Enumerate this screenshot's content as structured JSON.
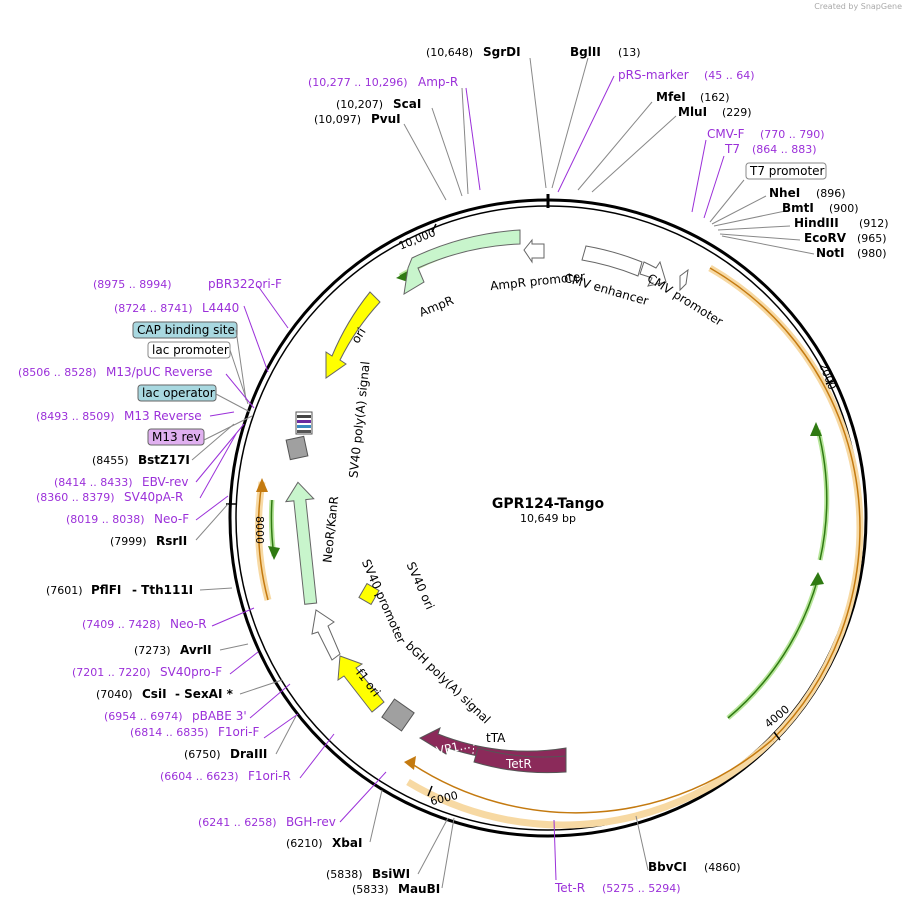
{
  "credit": "Created by SnapGene",
  "plasmid": {
    "name": "GPR124-Tango",
    "length_label": "10,649 bp"
  },
  "ticks": [
    "10,000",
    "2000",
    "4000",
    "6000",
    "8000"
  ],
  "features": {
    "ampr": "AmpR",
    "ampr_promoter": "AmpR promoter",
    "ori": "ori",
    "cmv_enhancer": "CMV enhancer",
    "cmv_promoter": "CMV promoter",
    "sv40_polya": "SV40 poly(A) signal",
    "neor": "NeoR/KanR",
    "sv40_promoter": "SV40 promoter",
    "sv40_ori": "SV40 ori",
    "f1_ori": "f1 ori",
    "bgh_polya": "bGH poly(A) signal",
    "tta": "tTA",
    "vp16": "VP1...",
    "tetr": "TetR"
  },
  "boxed_labels": {
    "t7_promoter": "T7 promoter",
    "cap_binding": "CAP binding site",
    "lac_promoter": "lac promoter",
    "lac_operator": "lac operator",
    "m13_rev": "M13 rev"
  },
  "enzymes": [
    {
      "pos": "(10,648)",
      "name": "SgrDI"
    },
    {
      "pos": "(13)",
      "name": "BglII"
    },
    {
      "pos": "(162)",
      "name": "MfeI"
    },
    {
      "pos": "(229)",
      "name": "MluI"
    },
    {
      "pos": "(896)",
      "name": "NheI"
    },
    {
      "pos": "(900)",
      "name": "BmtI"
    },
    {
      "pos": "(912)",
      "name": "HindIII"
    },
    {
      "pos": "(965)",
      "name": "EcoRV"
    },
    {
      "pos": "(980)",
      "name": "NotI"
    },
    {
      "pos": "(10,207)",
      "name": "ScaI"
    },
    {
      "pos": "(10,097)",
      "name": "PvuI"
    },
    {
      "pos": "(8455)",
      "name": "BstZ17I"
    },
    {
      "pos": "(7999)",
      "name": "RsrII"
    },
    {
      "pos": "(7601)",
      "name": "PflFI",
      "extra": "-  Tth111I"
    },
    {
      "pos": "(7273)",
      "name": "AvrII"
    },
    {
      "pos": "(7040)",
      "name": "CsiI",
      "extra": "-  SexAI *"
    },
    {
      "pos": "(6750)",
      "name": "DraIII"
    },
    {
      "pos": "(6210)",
      "name": "XbaI"
    },
    {
      "pos": "(5838)",
      "name": "BsiWI"
    },
    {
      "pos": "(5833)",
      "name": "MauBI"
    },
    {
      "pos": "(4860)",
      "name": "BbvCI"
    }
  ],
  "primers": [
    {
      "pos": "(10,277 .. 10,296)",
      "name": "Amp-R"
    },
    {
      "pos": "(45 .. 64)",
      "name": "pRS-marker"
    },
    {
      "pos": "(770 .. 790)",
      "name": "CMV-F"
    },
    {
      "pos": "(864 .. 883)",
      "name": "T7"
    },
    {
      "pos": "(8975 .. 8994)",
      "name": "pBR322ori-F"
    },
    {
      "pos": "(8724 .. 8741)",
      "name": "L4440"
    },
    {
      "pos": "(8506 .. 8528)",
      "name": "M13/pUC Reverse"
    },
    {
      "pos": "(8493 .. 8509)",
      "name": "M13 Reverse"
    },
    {
      "pos": "(8414 .. 8433)",
      "name": "EBV-rev"
    },
    {
      "pos": "(8360 .. 8379)",
      "name": "SV40pA-R"
    },
    {
      "pos": "(8019 .. 8038)",
      "name": "Neo-F"
    },
    {
      "pos": "(7409 .. 7428)",
      "name": "Neo-R"
    },
    {
      "pos": "(7201 .. 7220)",
      "name": "SV40pro-F"
    },
    {
      "pos": "(6954 .. 6974)",
      "name": "pBABE 3'"
    },
    {
      "pos": "(6814 .. 6835)",
      "name": "F1ori-F"
    },
    {
      "pos": "(6604 .. 6623)",
      "name": "F1ori-R"
    },
    {
      "pos": "(6241 .. 6258)",
      "name": "BGH-rev"
    },
    {
      "pos": "(5275 .. 5294)",
      "name": "Tet-R"
    }
  ],
  "colors": {
    "primer": "#9b30d9",
    "ampr_fill": "#c8f5cc",
    "ori_fill": "#ffff00",
    "orf_ring": "#f0a030",
    "green_arrow": "#3a9a1a",
    "tetr_fill": "#8b2a5a",
    "polya_fill": "#a0a0a0",
    "cap_box": "#a8d8e0",
    "m13_box": "#e0b0f0"
  }
}
